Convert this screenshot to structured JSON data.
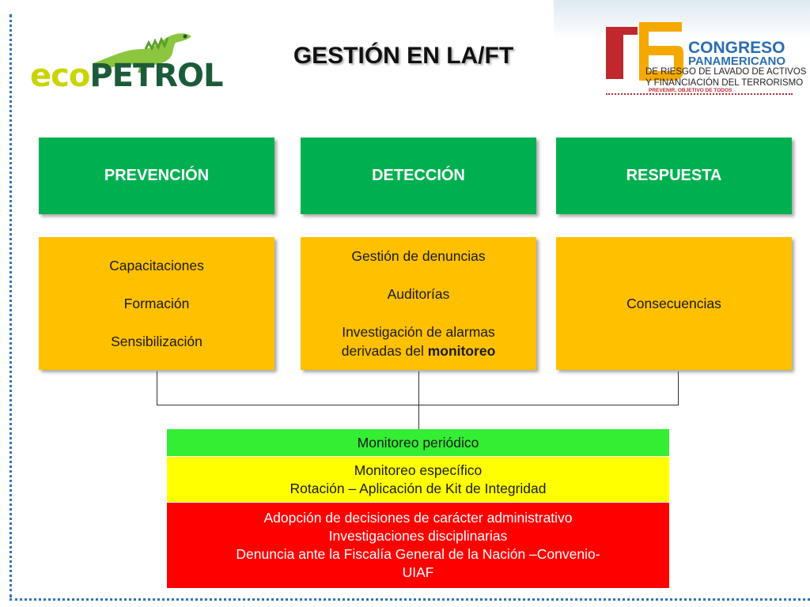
{
  "header": {
    "title": "GESTIÓN EN LA/FT",
    "logo_left": {
      "part1": "eco",
      "part2": "PETROL"
    },
    "logo_right": {
      "number": "16",
      "line1": "CONGRESO",
      "line2": "PANAMERICANO",
      "line3": "DE RIESGO DE LAVADO DE ACTIVOS",
      "line4": "Y FINANCIACIÓN DEL TERRORISMO",
      "slogan": "PREVENIR, OBJETIVO DE TODOS"
    }
  },
  "columns": [
    {
      "heading": "PREVENCIÓN",
      "items": [
        "Capacitaciones",
        "Formación",
        "Sensibilización"
      ]
    },
    {
      "heading": "DETECCIÓN",
      "items": [
        "Gestión de denuncias",
        "Auditorías"
      ],
      "last_item_plain": "Investigación de alarmas",
      "last_item_line2_plain": "derivadas del ",
      "last_item_line2_bold": "monitoreo"
    },
    {
      "heading": "RESPUESTA",
      "items": [
        "Consecuencias"
      ]
    }
  ],
  "monitoring": {
    "green": "Monitoreo periódico",
    "yellow": [
      "Monitoreo específico",
      "Rotación – Aplicación de Kit de Integridad"
    ],
    "red": [
      "Adopción de decisiones de carácter administrativo",
      "Investigaciones disciplinarias",
      "Denuncia ante la Fiscalía General de la Nación –Convenio-",
      "UIAF"
    ]
  },
  "colors": {
    "header_green": "#00b050",
    "box_amber": "#ffc000",
    "band_green": "#33ee33",
    "band_yellow": "#ffff00",
    "band_red": "#ff0000",
    "frame_blue": "#2f74b5"
  }
}
